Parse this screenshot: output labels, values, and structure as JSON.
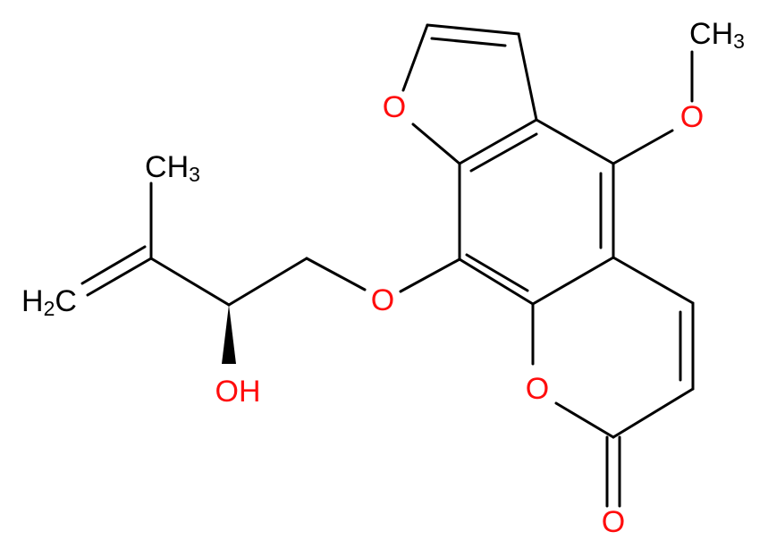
{
  "molecule": {
    "atom_labels": {
      "o_furan": "O",
      "ome_o": "O",
      "ome_ch3": "CH",
      "ome_ch3_sub": "3",
      "ether_o": "O",
      "lactone_o": "O",
      "carbonyl_o": "O",
      "oh": "OH",
      "methyl_ch3": "CH",
      "methyl_ch3_sub": "3",
      "methylene_h": "H",
      "methylene_h_sub": "2",
      "methylene_c": "C"
    },
    "colors": {
      "bond": "#000000",
      "carbon_label": "#000000",
      "oxygen_label": "#ff0d0d"
    },
    "stereo": "wedge bond from chiral carbon to OH"
  }
}
